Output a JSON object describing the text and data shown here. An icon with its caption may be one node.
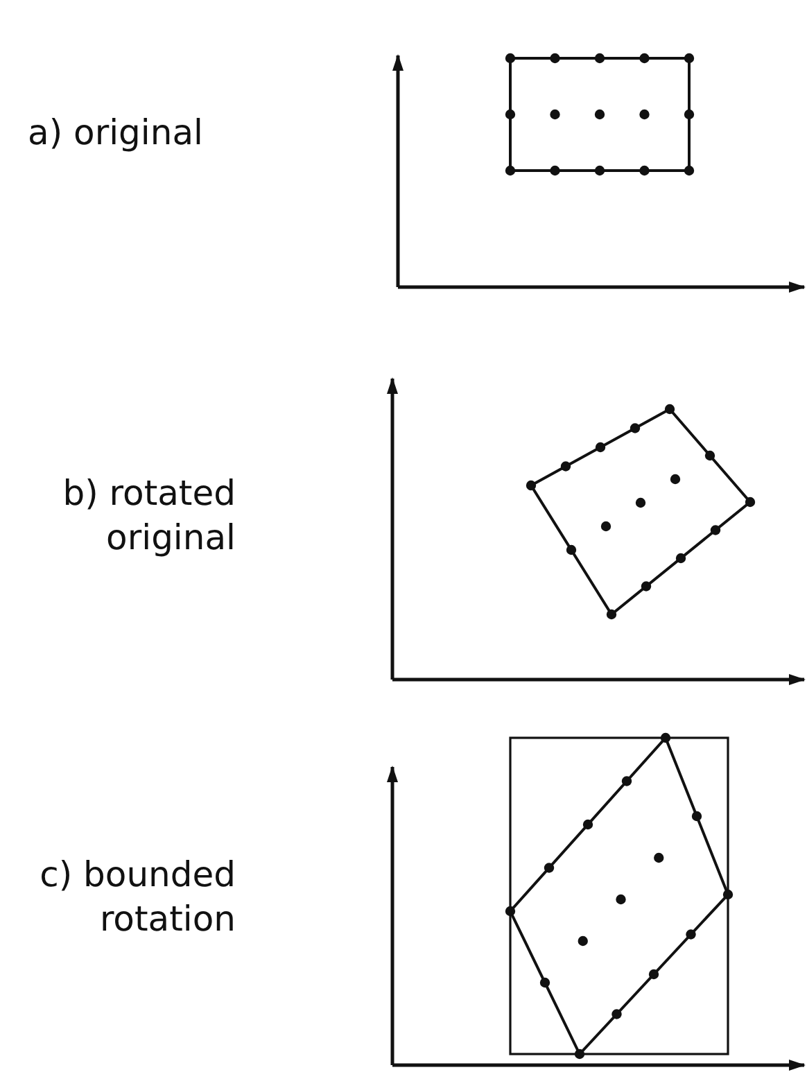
{
  "diagram": {
    "labels": [
      "a) original",
      "b) rotated original",
      "c) bounded rotation"
    ]
  }
}
